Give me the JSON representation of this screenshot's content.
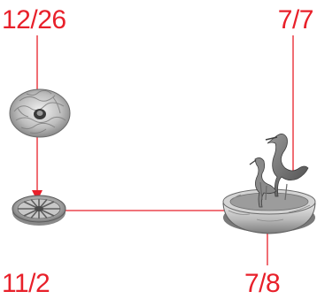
{
  "labels": {
    "top_left": "12/26",
    "top_right": "7/7",
    "bottom_left": "11/2",
    "bottom_right": "7/8"
  },
  "colors": {
    "annotation_red": "#e8202a",
    "metal_light": "#e4e4e4",
    "metal_mid": "#a9a9a9",
    "metal_dark": "#555555"
  },
  "items": [
    {
      "id": "woven-nest-lid",
      "icon": "woven-nest-lid-icon"
    },
    {
      "id": "spoked-wheel-base",
      "icon": "spoked-wheel-icon"
    },
    {
      "id": "bird-bath-with-cranes",
      "icon": "bird-bath-cranes-icon"
    }
  ]
}
